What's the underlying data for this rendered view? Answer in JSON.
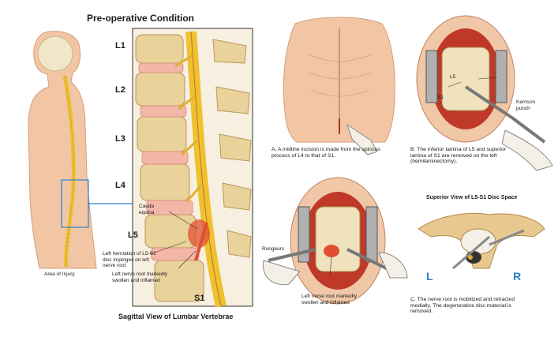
{
  "title": "Pre-operative Condition",
  "vertebrae": [
    "L1",
    "L2",
    "L3",
    "L4",
    "L5",
    "S1"
  ],
  "labels": {
    "cauda_equina": "Cauda equina",
    "herniation": "Left herniation of L5-S1 disc impinges on left nerve root",
    "nerve_root_swollen": "Left nerve root markedly swollen and inflamed",
    "area_of_injury": "Area of Injury",
    "sagittal_caption": "Sagittal View of Lumbar Vertebrae",
    "kerrison": "Kerrison punch",
    "rongeurs": "Rongeurs",
    "nerve_root_c": "Left nerve root markedly swollen and inflamed",
    "superior_view_title": "Superior View of L5-S1 Disc Space",
    "left": "L",
    "right": "R",
    "l5_b": "L5",
    "s1_b": "S1"
  },
  "captions": {
    "a": "A. A midline incision is made from the spinous process of L4 to that of S1.",
    "b": "B. The inferior lamina of L5 and superior lamina of S1 are removed on the left (hemilaminectomy).",
    "c": "C. The nerve root is mobilized and retracted medially. The degenerative disc material is removed."
  },
  "colors": {
    "skin": "#f2c6a4",
    "bone": "#e9d39a",
    "disc": "#f3b7a8",
    "nerve": "#f0c030",
    "accent_blue": "#2a7fd0",
    "inflamed": "#e05030"
  }
}
